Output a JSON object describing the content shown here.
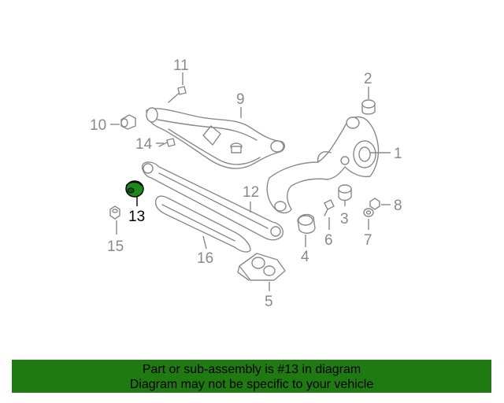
{
  "callouts": {
    "c1": "1",
    "c2": "2",
    "c3": "3",
    "c4": "4",
    "c5": "5",
    "c6": "6",
    "c7": "7",
    "c8": "8",
    "c9": "9",
    "c10": "10",
    "c11": "11",
    "c12": "12",
    "c13": "13",
    "c14": "14",
    "c15": "15",
    "c16": "16"
  },
  "highlight": {
    "part": "13",
    "color": "#1b8a1b"
  },
  "banner": {
    "line1": "Part or sub-assembly is #13 in diagram",
    "line2": "Diagram may not be specific to your vehicle",
    "background": "#1f7a12"
  }
}
